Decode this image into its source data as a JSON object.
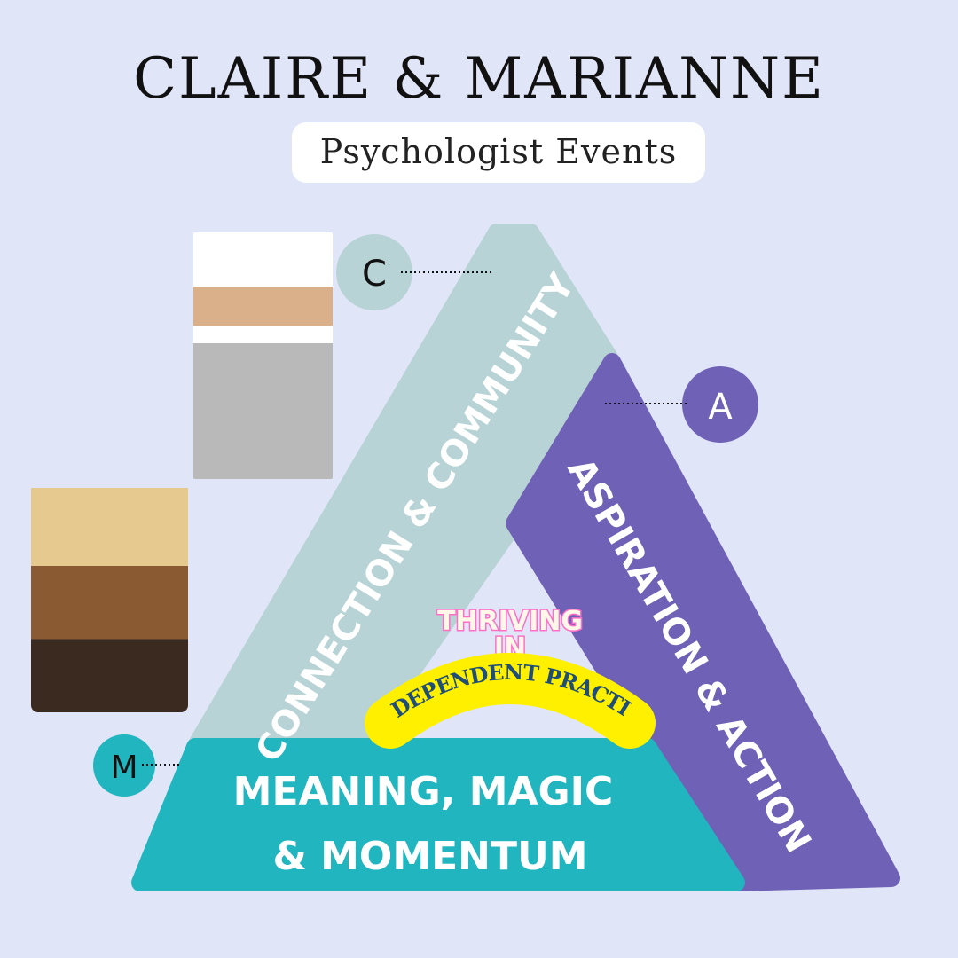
{
  "header": {
    "title": "CLAIRE & MARIANNE",
    "subtitle": "Psychologist Events"
  },
  "triangle": {
    "left_band": "CONNECTION & COMMUNITY",
    "right_band": "ASPIRATION & ACTION",
    "bottom_band_line1": "MEANING, MAGIC",
    "bottom_band_line2": "& MOMENTUM"
  },
  "center": {
    "line1": "THRIVING",
    "line2": "IN",
    "arc": "INDEPENDENT PRACTICE"
  },
  "markers": {
    "c": "C",
    "a": "A",
    "m": "M"
  },
  "colors": {
    "background": "#e0e5f8",
    "gray_band": "#b8d3d6",
    "purple_band": "#6f61b5",
    "teal_band": "#20b5bf",
    "badge_yellow": "#fff000",
    "pink": "#ff6ec7",
    "navy": "#1f4e79"
  }
}
